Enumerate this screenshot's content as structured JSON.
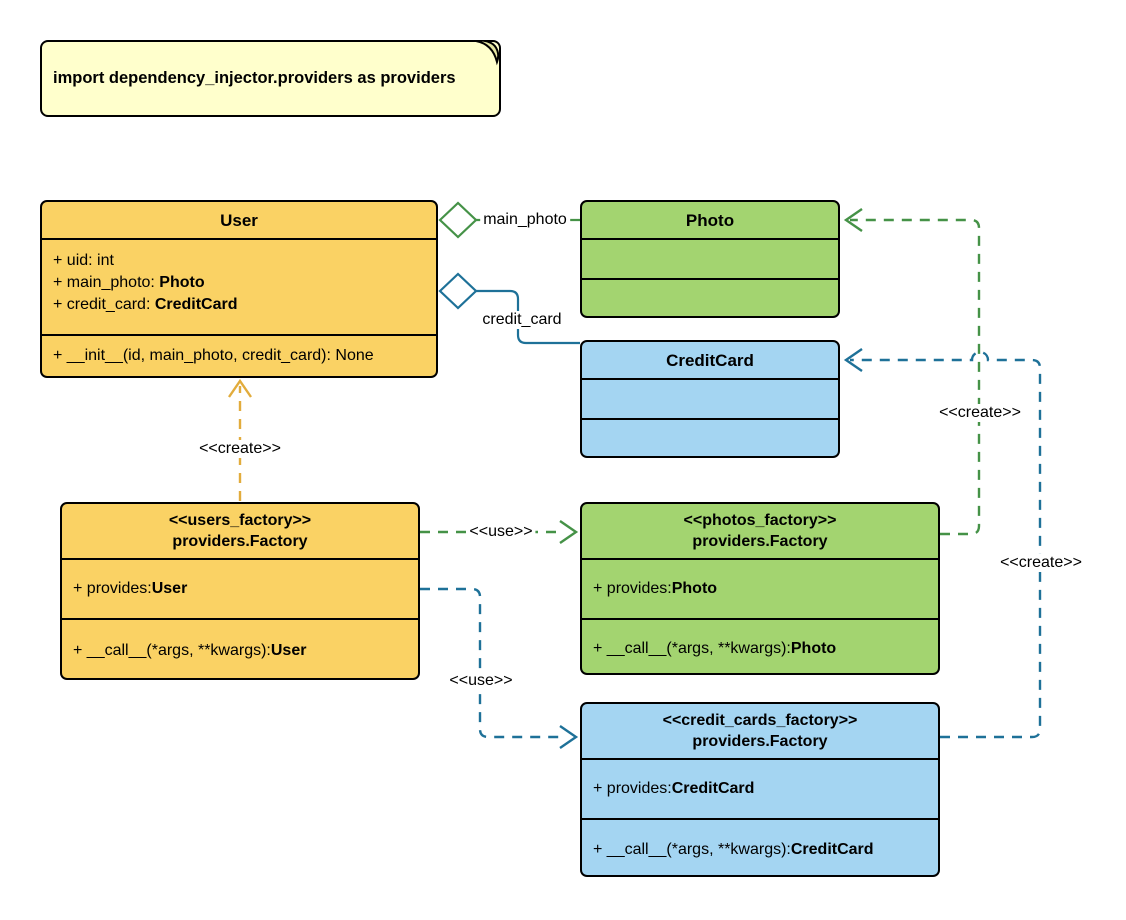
{
  "note": {
    "text": "import dependency_injector.providers as providers"
  },
  "classes": {
    "user": {
      "title": "User",
      "attributes": [
        {
          "prefix": "+ uid: int",
          "type": ""
        },
        {
          "prefix": "+ main_photo: ",
          "type": "Photo"
        },
        {
          "prefix": "+ credit_card: ",
          "type": "CreditCard"
        }
      ],
      "method": {
        "prefix": "+ __init__(id, main_photo, credit_card): None",
        "type": ""
      }
    },
    "photo": {
      "title": "Photo"
    },
    "creditCard": {
      "title": "CreditCard"
    },
    "usersFactory": {
      "stereotype": "<<users_factory>>",
      "title": "providers.Factory",
      "attribute": {
        "prefix": "+ provides: ",
        "type": "User"
      },
      "method": {
        "prefix": "+ __call__(*args, **kwargs): ",
        "type": "User"
      }
    },
    "photosFactory": {
      "stereotype": "<<photos_factory>>",
      "title": "providers.Factory",
      "attribute": {
        "prefix": "+ provides: ",
        "type": "Photo"
      },
      "method": {
        "prefix": "+ __call__(*args, **kwargs): ",
        "type": "Photo"
      }
    },
    "creditCardsFactory": {
      "stereotype": "<<credit_cards_factory>>",
      "title": "providers.Factory",
      "attribute": {
        "prefix": "+ provides: ",
        "type": "CreditCard"
      },
      "method": {
        "prefix": "+ __call__(*args, **kwargs): ",
        "type": "CreditCard"
      }
    }
  },
  "edges": {
    "mainPhoto": {
      "label": "main_photo"
    },
    "creditCard": {
      "label": "credit_card"
    },
    "userCreate": {
      "label": "<<create>>"
    },
    "photoUse": {
      "label": "<<use>>"
    },
    "creditCardUse": {
      "label": "<<use>>"
    },
    "photoCreate": {
      "label": "<<create>>"
    },
    "creditCardCreate": {
      "label": "<<create>>"
    }
  },
  "colors": {
    "yellow_fill": "#FAD264",
    "green_fill": "#A3D470",
    "blue_fill": "#A4D5F2",
    "note_fill": "#FFFFCC",
    "yellow_line": "#E2AC3C",
    "green_line": "#459247",
    "blue_line": "#1E7198",
    "border": "#000000"
  }
}
